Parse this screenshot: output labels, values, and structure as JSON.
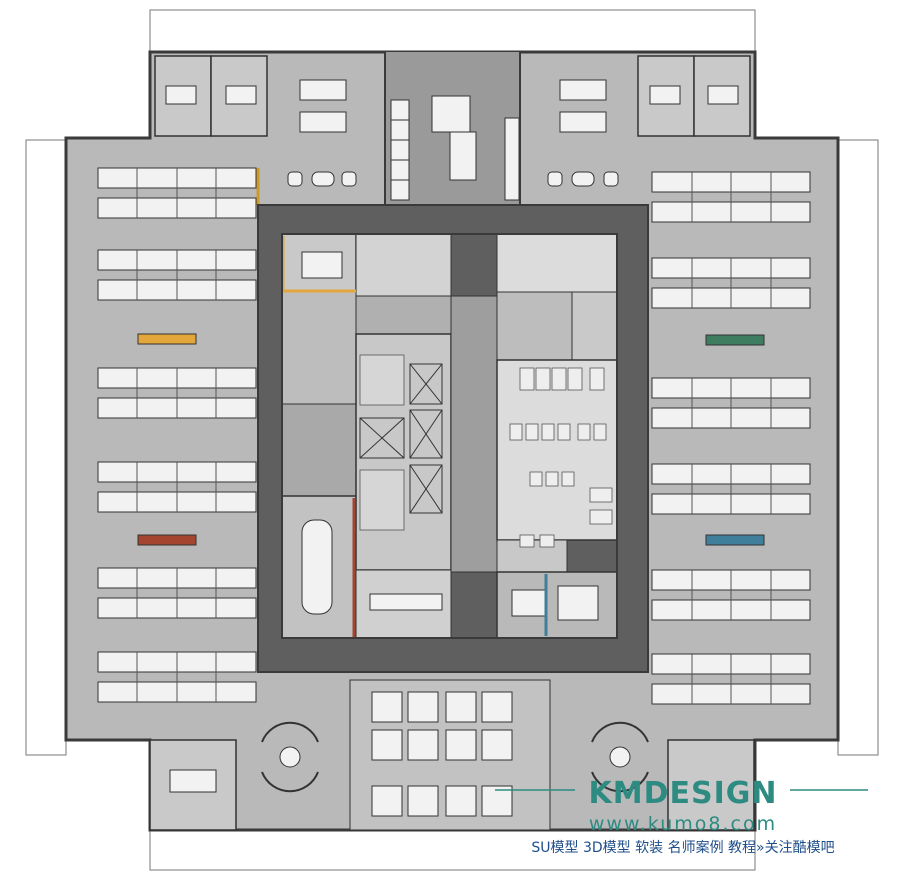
{
  "watermark": {
    "brand": "KMDESIGN",
    "url": "www.kumo8.com",
    "tagline": "SU模型 3D模型 软装 名师案例 教程»关注酷模吧",
    "color": "#2e8b82",
    "tagline_color": "#1f4f8a"
  },
  "palette": {
    "floor": "#b9b9b9",
    "corridor": "#5f5f5f",
    "core": "#a8a8a8",
    "rooms": "#c9c9c9",
    "restroom": "#dcdcdc",
    "walls": "#3a3a3a",
    "desk": "#f2f2f2",
    "orange_accent": "#e3a63a",
    "green_accent": "#3e7d5f",
    "red_accent": "#a3452f",
    "blue_accent": "#3f7f9c",
    "olive_accent": "#7c8a3b"
  }
}
